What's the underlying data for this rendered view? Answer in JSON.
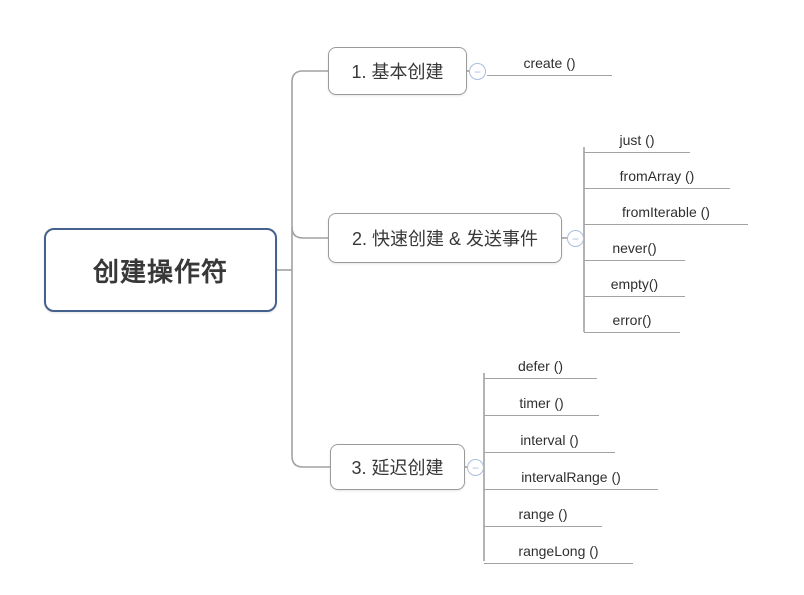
{
  "root": {
    "label": "创建操作符"
  },
  "branches": [
    {
      "label": "1. 基本创建",
      "children": [
        {
          "label": "create ()"
        }
      ]
    },
    {
      "label": "2. 快速创建 & 发送事件",
      "children": [
        {
          "label": "just ()"
        },
        {
          "label": "fromArray ()"
        },
        {
          "label": "fromIterable ()"
        },
        {
          "label": "never()"
        },
        {
          "label": "empty()"
        },
        {
          "label": "error()"
        }
      ]
    },
    {
      "label": "3. 延迟创建",
      "children": [
        {
          "label": "defer ()"
        },
        {
          "label": "timer ()"
        },
        {
          "label": "interval ()"
        },
        {
          "label": "intervalRange ()"
        },
        {
          "label": "range ()"
        },
        {
          "label": "rangeLong ()"
        }
      ]
    }
  ],
  "icons": {
    "collapse": "−"
  },
  "colors": {
    "background": "#ffffff",
    "root_border": "#45618d",
    "branch_border": "#9b9b9b",
    "connector_line": "#a2a2a2",
    "collapse_accent": "#a9bedd",
    "text": "#383838"
  }
}
